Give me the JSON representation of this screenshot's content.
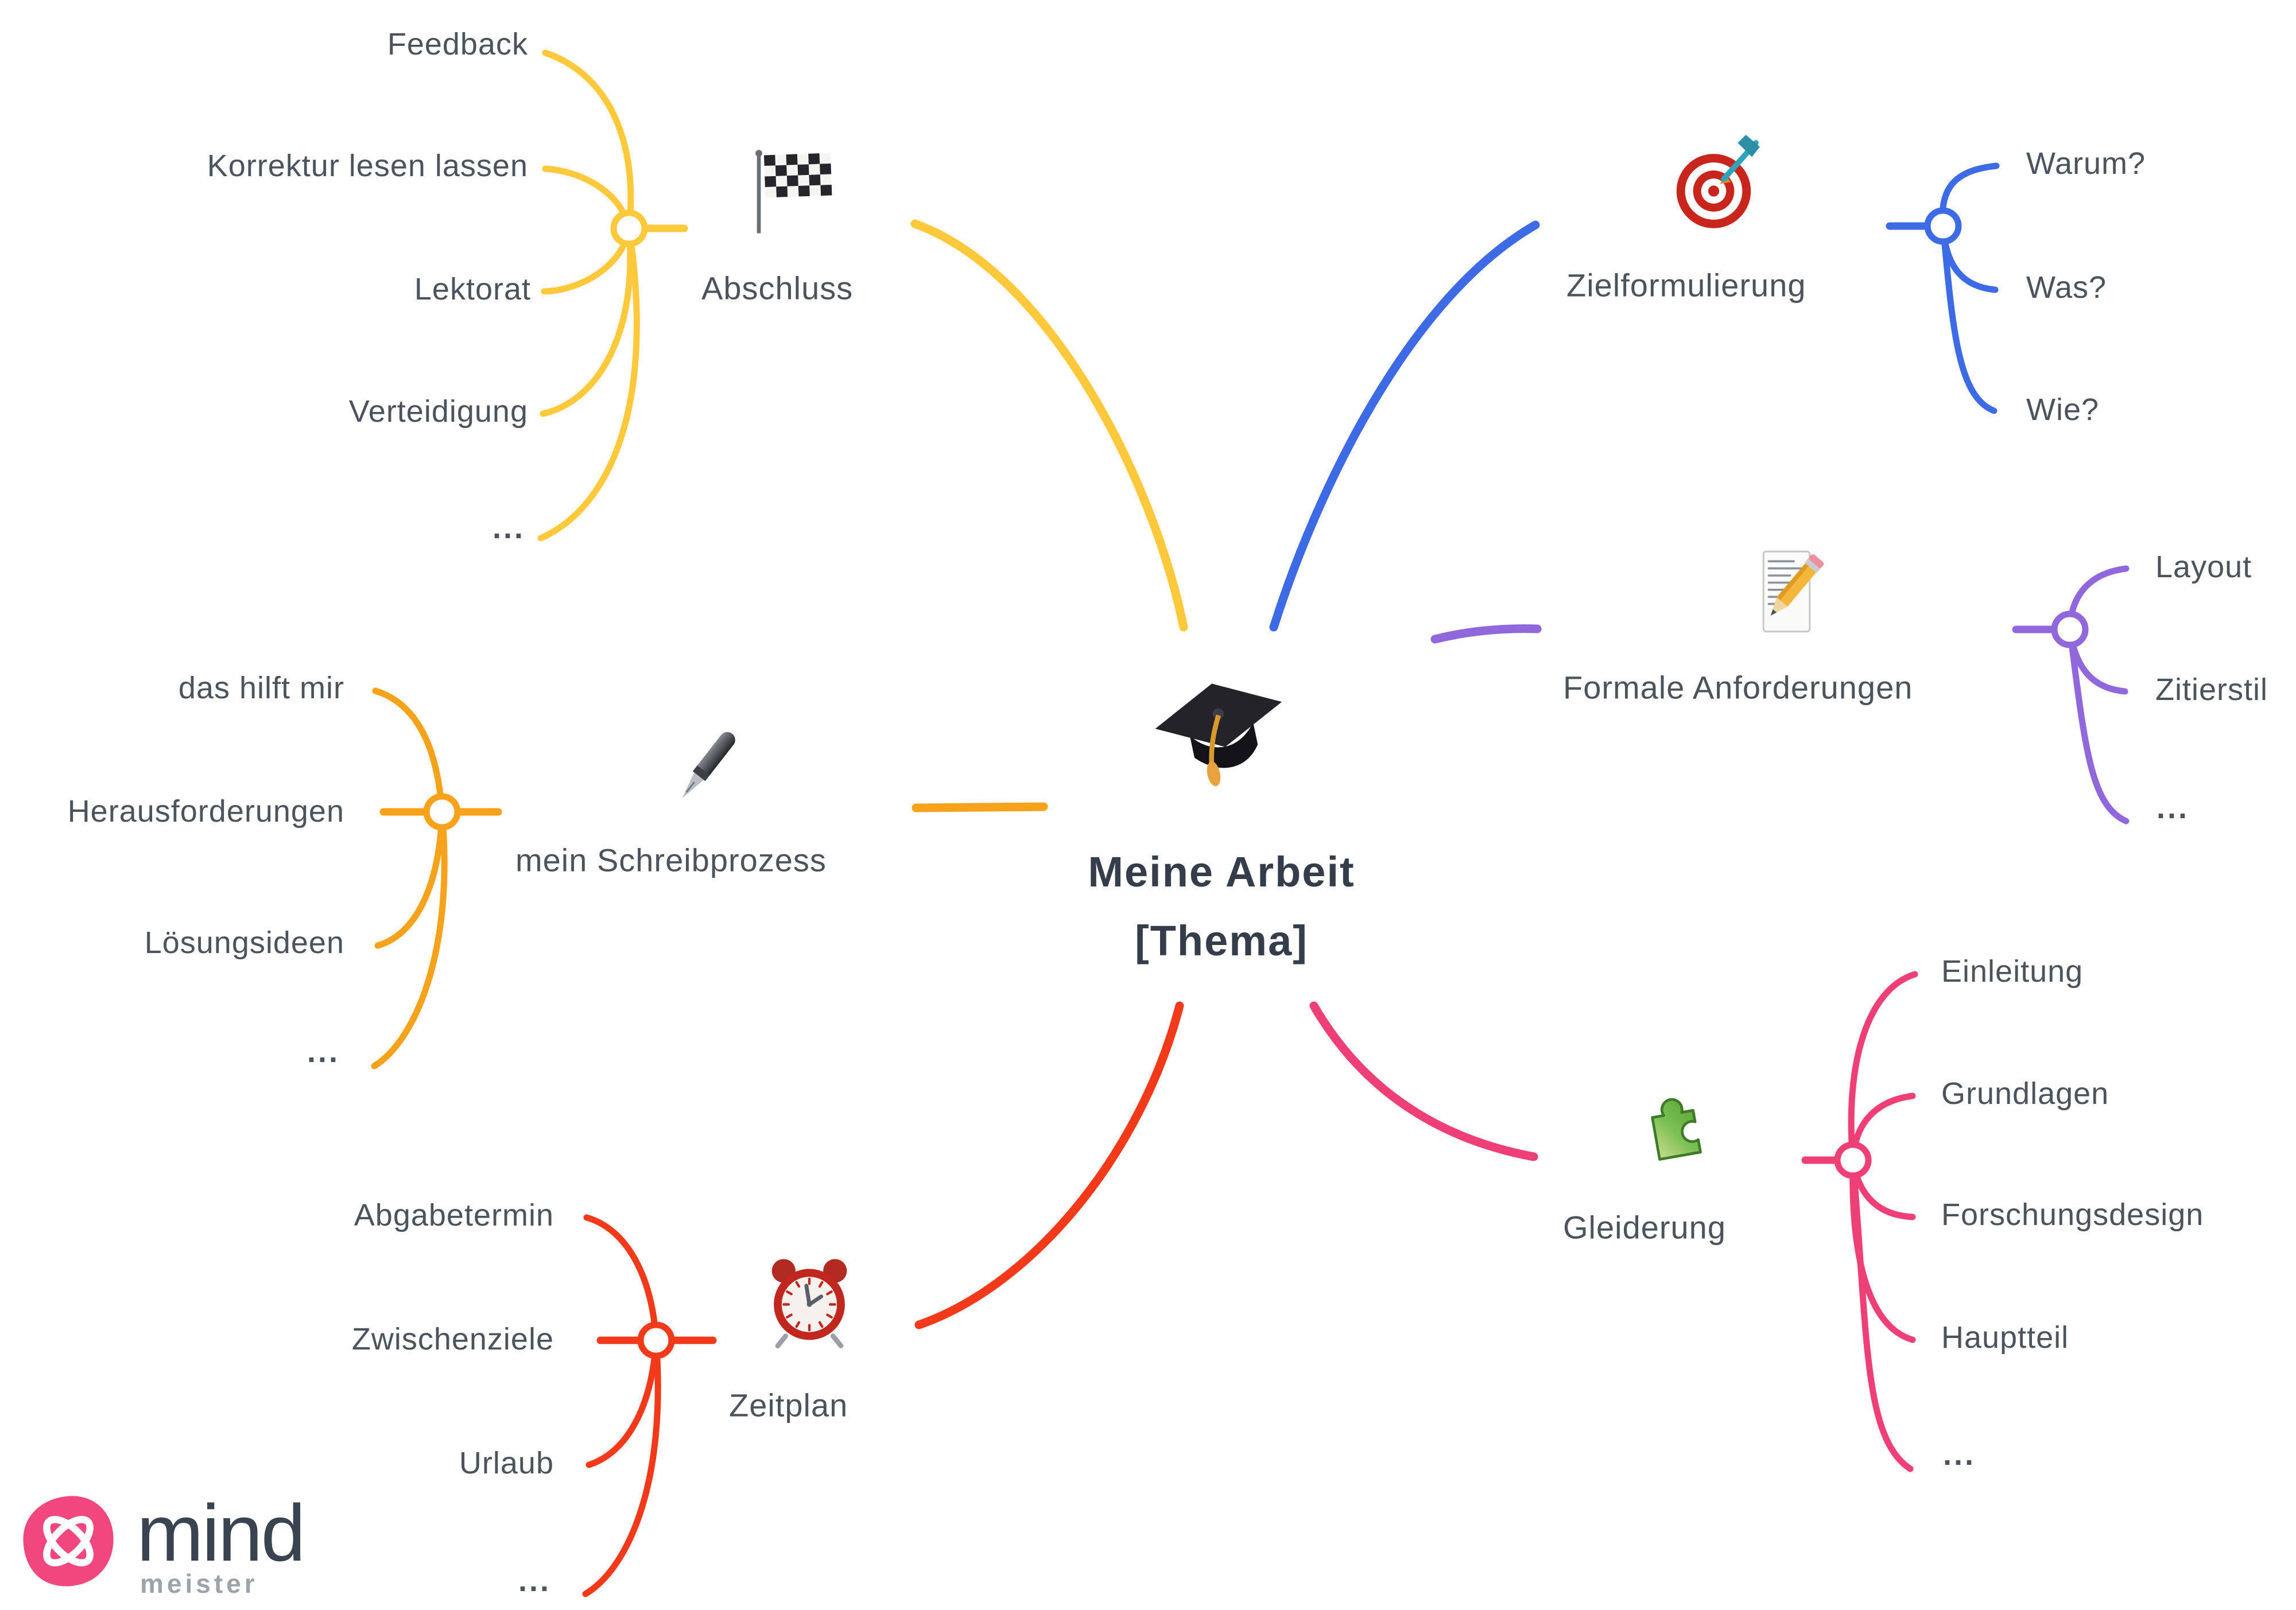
{
  "root": {
    "title_line1": "Meine Arbeit",
    "title_line2": "[Thema]",
    "icon": "graduation-cap"
  },
  "branches": [
    {
      "label": "Abschluss",
      "icon": "checkered-flag",
      "color": "#FFC93B",
      "children": [
        "Feedback",
        "Korrektur lesen lassen",
        "Lektorat",
        "Verteidigung",
        "..."
      ]
    },
    {
      "label": "Zielformulierung",
      "icon": "dart-target",
      "color": "#3D6BE5",
      "children": [
        "Warum?",
        "Was?",
        "Wie?"
      ]
    },
    {
      "label": "Formale Anforderungen",
      "icon": "memo-pencil",
      "color": "#9168DC",
      "children": [
        "Layout",
        "Zitierstil",
        "..."
      ]
    },
    {
      "label": "mein Schreibprozess",
      "icon": "fountain-pen",
      "color": "#F7A21B",
      "children": [
        "das hilft mir",
        "Herausforderungen",
        "Lösungsideen",
        "..."
      ]
    },
    {
      "label": "Zeitplan",
      "icon": "alarm-clock",
      "color": "#F23A1A",
      "children": [
        "Abgabetermin",
        "Zwischenziele",
        "Urlaub",
        "..."
      ]
    },
    {
      "label": "Gleiderung",
      "icon": "puzzle-piece",
      "color": "#EE4077",
      "children": [
        "Einleitung",
        "Grundlagen",
        "Forschungsdesign",
        "Hauptteil",
        "..."
      ]
    }
  ],
  "logo": {
    "brand": "mind",
    "sub": "meister",
    "accent_color": "#F1477E"
  },
  "text_color": "#4B535D",
  "title_color": "#343D49"
}
